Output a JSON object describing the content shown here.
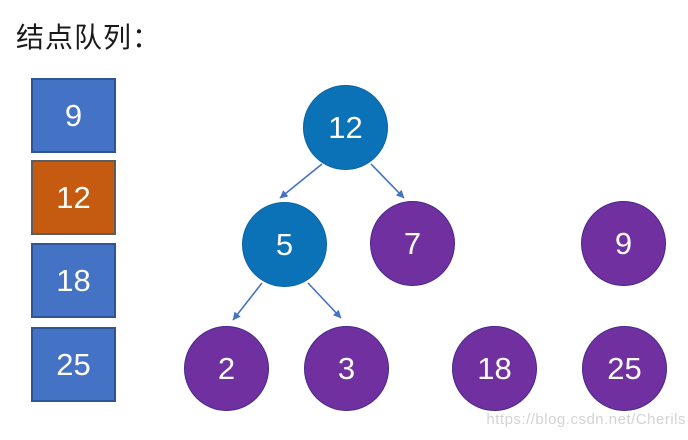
{
  "title": "结点队列：",
  "queue": {
    "items": [
      {
        "label": "9",
        "state": "default"
      },
      {
        "label": "12",
        "state": "current"
      },
      {
        "label": "18",
        "state": "default"
      },
      {
        "label": "25",
        "state": "default"
      }
    ]
  },
  "tree": {
    "nodes": [
      {
        "label": "12",
        "color": "blue"
      },
      {
        "label": "5",
        "color": "blue"
      },
      {
        "label": "7",
        "color": "purple"
      },
      {
        "label": "9",
        "color": "purple"
      },
      {
        "label": "2",
        "color": "purple"
      },
      {
        "label": "3",
        "color": "purple"
      },
      {
        "label": "18",
        "color": "purple"
      },
      {
        "label": "25",
        "color": "purple"
      }
    ],
    "edges": [
      {
        "from": "12",
        "to": "5"
      },
      {
        "from": "12",
        "to": "7"
      },
      {
        "from": "5",
        "to": "2"
      },
      {
        "from": "5",
        "to": "3"
      }
    ]
  },
  "colors": {
    "queue_blue": "#4472C4",
    "queue_blue_border": "#2F5597",
    "highlight_orange": "#C55A11",
    "node_blue": "#0B72B8",
    "node_purple": "#7030A0",
    "arrow_blue": "#4472C4",
    "number_text": "#FFFFFF",
    "watermark_gray": "#D3D3D3"
  },
  "watermark": "https://blog.csdn.net/Cherils"
}
